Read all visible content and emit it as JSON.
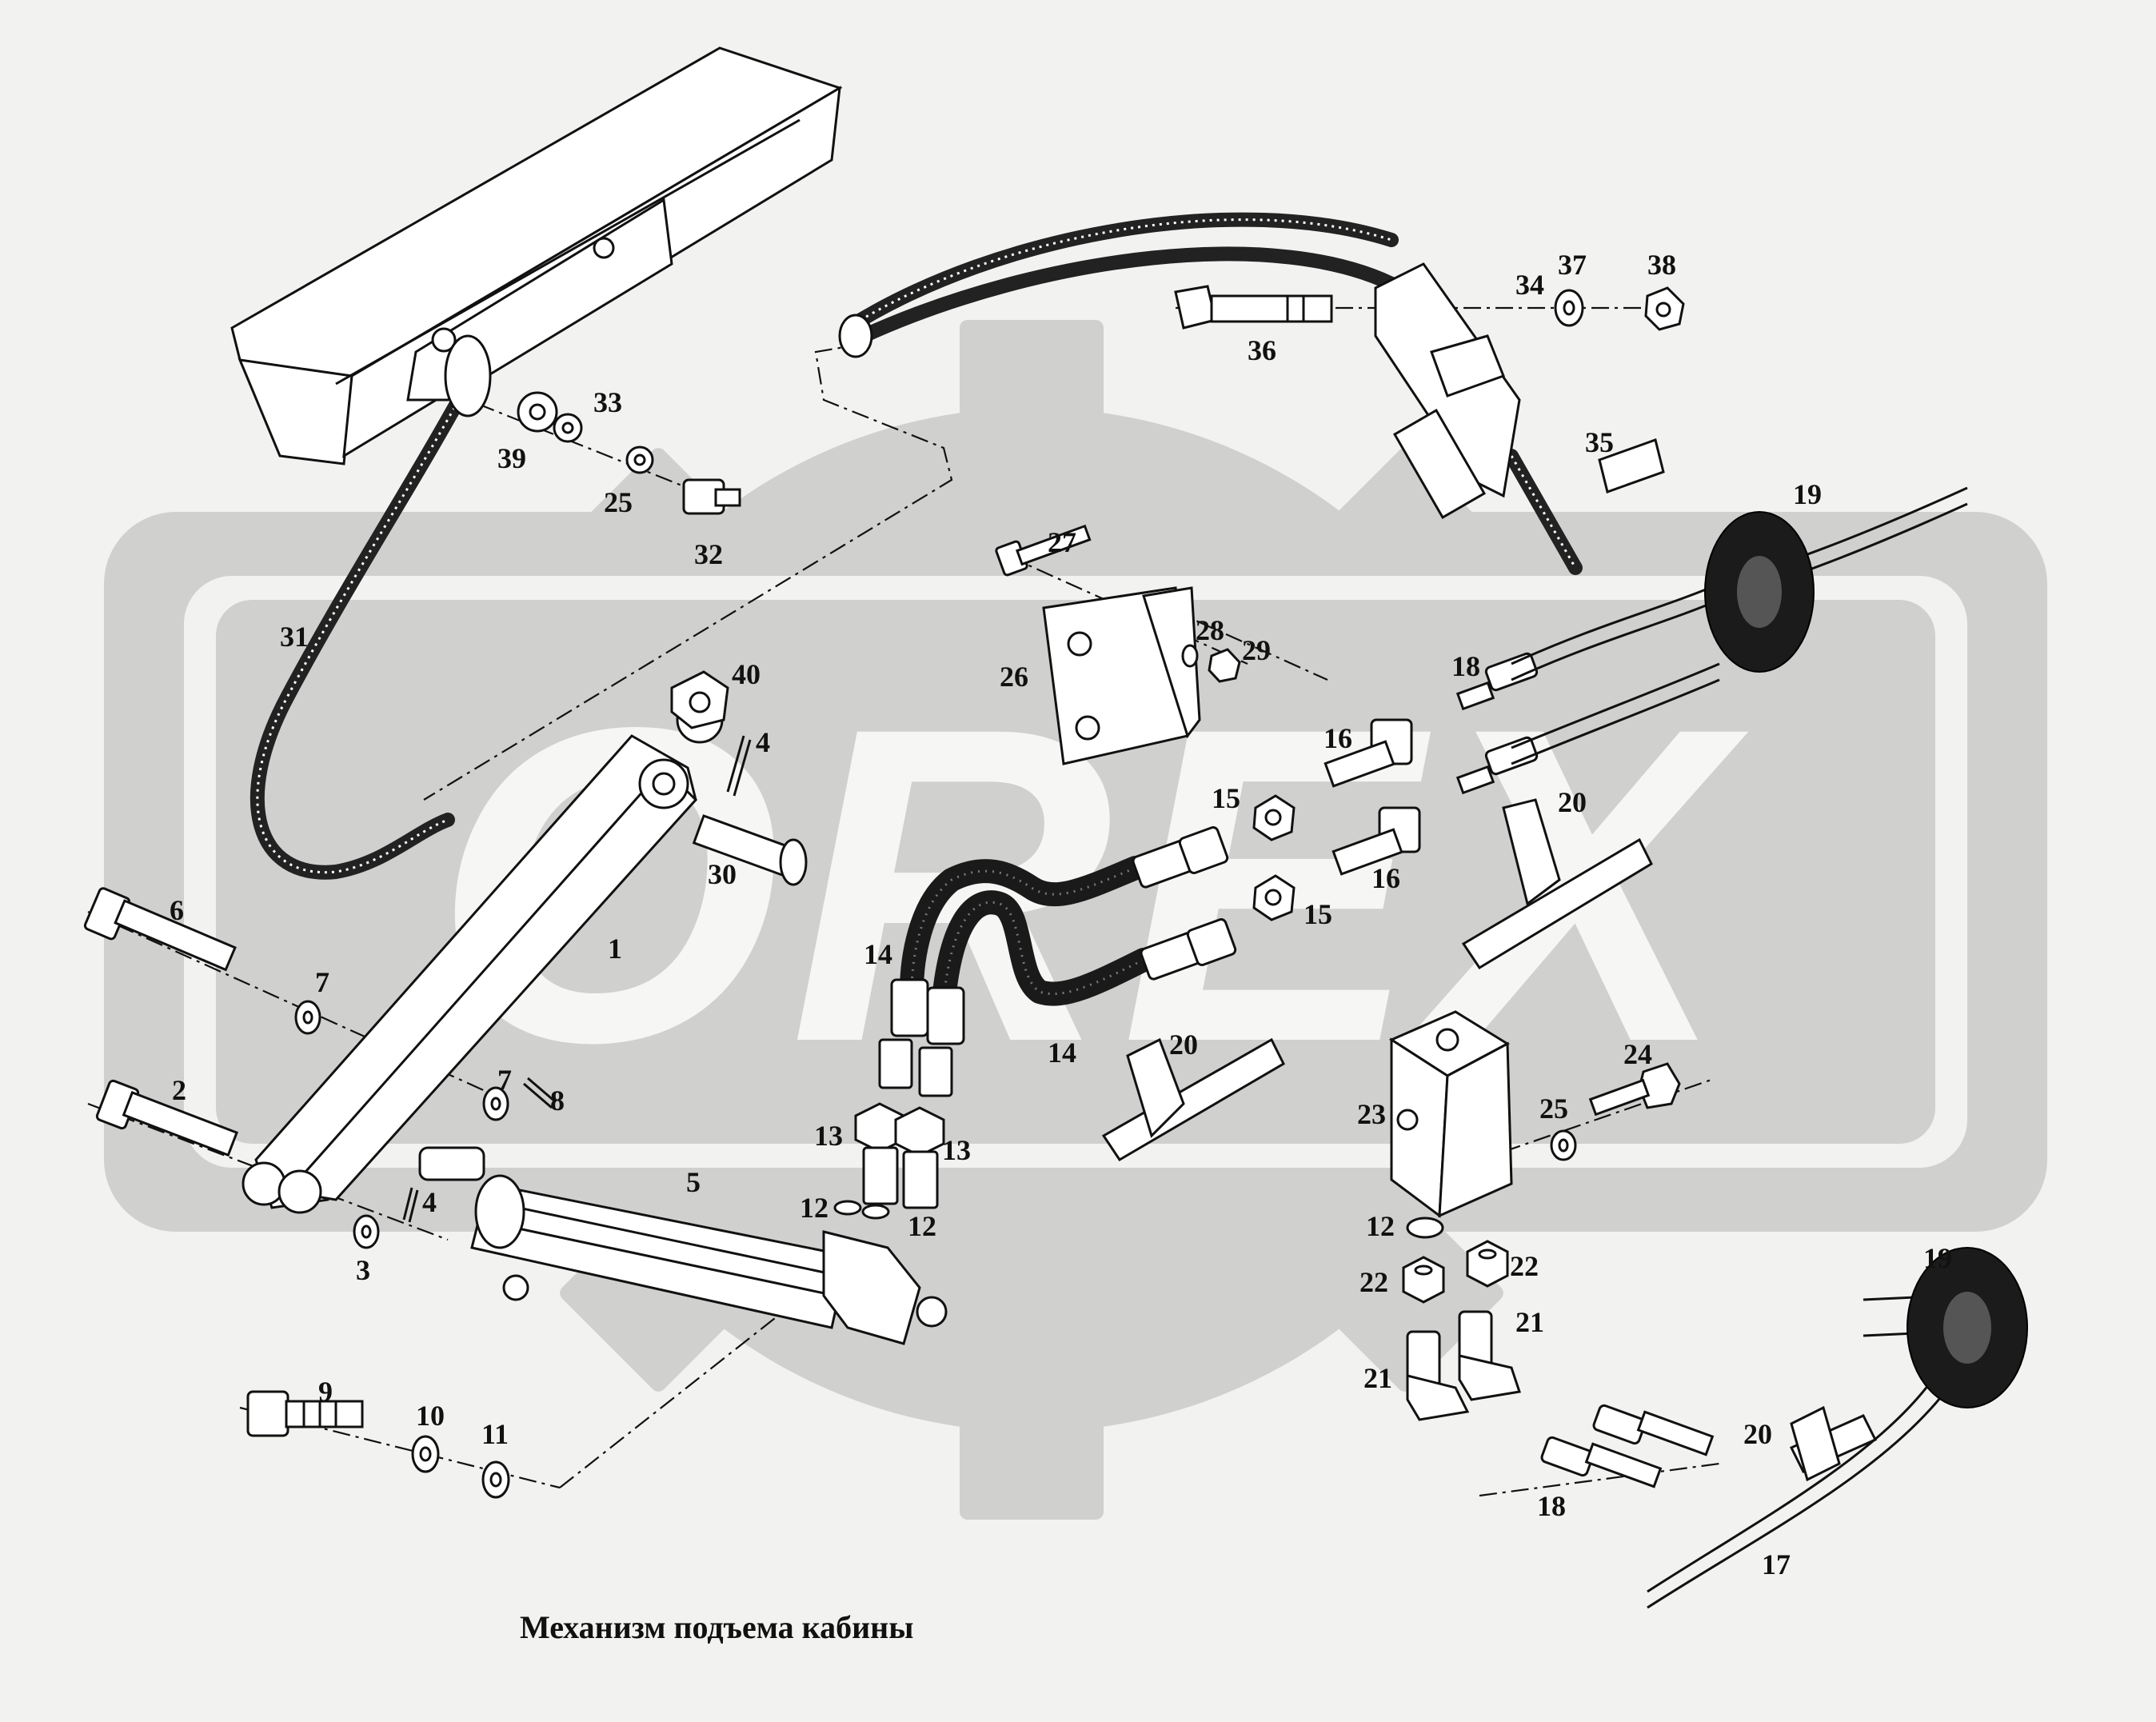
{
  "caption": "Механизм подъема кабины",
  "watermark": "OREX",
  "colors": {
    "background": "#f2f2f0",
    "watermark": "#d0d0ce",
    "line": "#111111"
  },
  "callouts": {
    "n1": "1",
    "n2": "2",
    "n3": "3",
    "n4a": "4",
    "n4b": "4",
    "n5": "5",
    "n6": "6",
    "n7a": "7",
    "n7b": "7",
    "n8": "8",
    "n9": "9",
    "n10": "10",
    "n11": "11",
    "n12a": "12",
    "n12b": "12",
    "n12c": "12",
    "n13a": "13",
    "n13b": "13",
    "n14a": "14",
    "n14b": "14",
    "n15a": "15",
    "n15b": "15",
    "n16a": "16",
    "n16b": "16",
    "n17": "17",
    "n18a": "18",
    "n18b": "18",
    "n19a": "19",
    "n19b": "19",
    "n20a": "20",
    "n20b": "20",
    "n20c": "20",
    "n21a": "21",
    "n21b": "21",
    "n22a": "22",
    "n22b": "22",
    "n23": "23",
    "n24": "24",
    "n25a": "25",
    "n25b": "25",
    "n26": "26",
    "n27": "27",
    "n28": "28",
    "n29": "29",
    "n30": "30",
    "n31": "31",
    "n32": "32",
    "n33": "33",
    "n34": "34",
    "n35": "35",
    "n36": "36",
    "n37": "37",
    "n38": "38",
    "n39": "39",
    "n40": "40"
  }
}
